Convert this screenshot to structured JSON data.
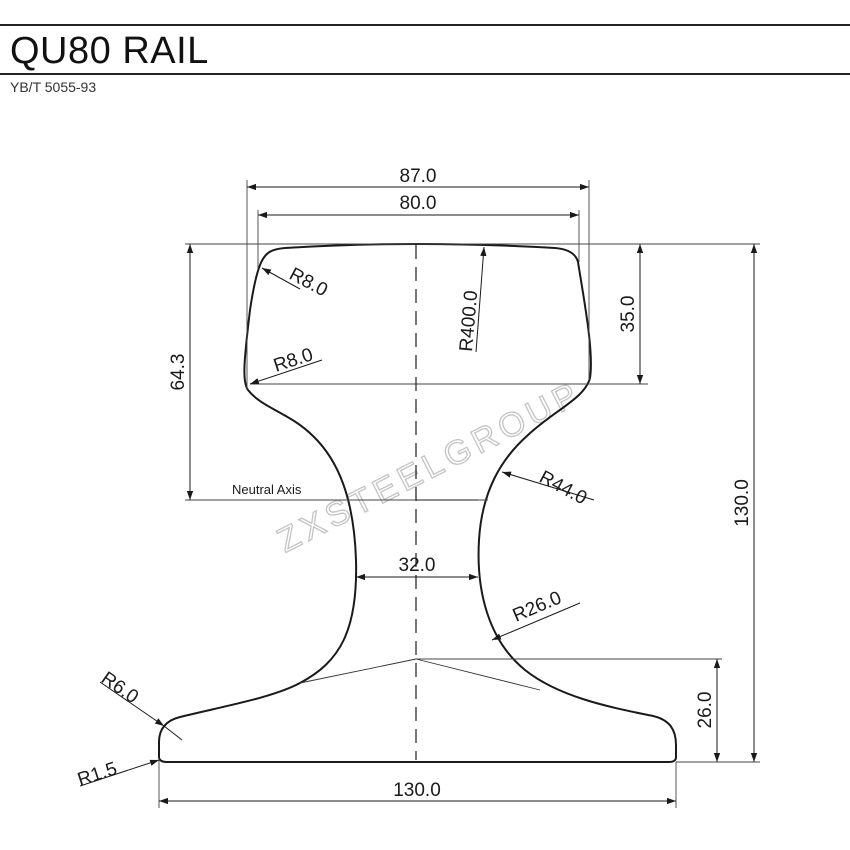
{
  "header": {
    "title": "QU80 RAIL",
    "standard": "YB/T 5055-93"
  },
  "drawing": {
    "dimensions": {
      "head_width_outer": "87.0",
      "head_width_inner": "80.0",
      "head_height": "35.0",
      "neutral_axis_height": "64.3",
      "total_height": "130.0",
      "web_width": "32.0",
      "base_height": "26.0",
      "base_width": "130.0"
    },
    "radii": {
      "head_top_corner": "R8.0",
      "head_bottom_corner": "R8.0",
      "crown": "R400.0",
      "upper_web": "R44.0",
      "lower_web": "R26.0",
      "base_edge": "R6.0",
      "base_corner": "R1.5"
    },
    "neutral_axis_label": "Neutral Axis",
    "watermark": "ZXSTEELGROUP",
    "colors": {
      "line": "#1a1a1a",
      "watermark": "#c8c8c8"
    }
  }
}
